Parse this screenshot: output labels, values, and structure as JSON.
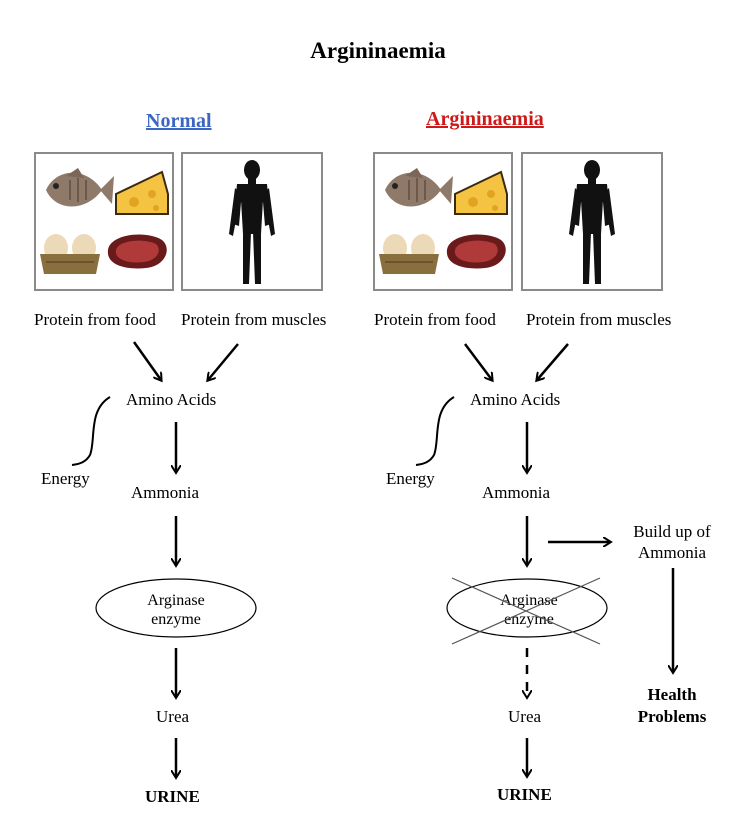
{
  "title": "Argininaemia",
  "colors": {
    "normal_heading": "#3b66c4",
    "disorder_heading": "#d01818"
  },
  "normal": {
    "heading": "Normal",
    "food_label": "Protein from food",
    "muscle_label": "Protein from muscles",
    "amino": "Amino Acids",
    "energy": "Energy",
    "ammonia": "Ammonia",
    "enzyme_line1": "Arginase",
    "enzyme_line2": "enzyme",
    "urea": "Urea",
    "urine": "URINE"
  },
  "disorder": {
    "heading": "Argininaemia",
    "food_label": "Protein from food",
    "muscle_label": "Protein from muscles",
    "amino": "Amino Acids",
    "energy": "Energy",
    "ammonia": "Ammonia",
    "buildup_line1": "Build up of",
    "buildup_line2": "Ammonia",
    "enzyme_line1": "Arginase",
    "enzyme_line2": "enzyme",
    "urea": "Urea",
    "urine": "URINE",
    "health_line1": "Health",
    "health_line2": "Problems"
  }
}
